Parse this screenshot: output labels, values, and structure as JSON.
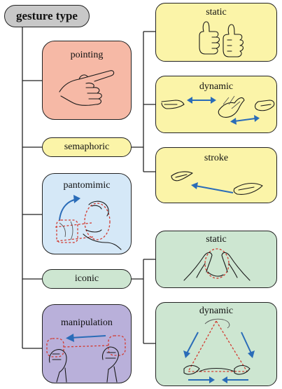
{
  "root": {
    "label": "gesture type"
  },
  "categories": {
    "pointing": {
      "label": "pointing",
      "color": "#f6b9a6"
    },
    "semaphoric": {
      "label": "semaphoric",
      "color": "#fbf4a8",
      "children": {
        "static": "static",
        "dynamic": "dynamic",
        "stroke": "stroke"
      }
    },
    "pantomimic": {
      "label": "pantomimic",
      "color": "#d5e8f7"
    },
    "iconic": {
      "label": "iconic",
      "color": "#cde6d1",
      "children": {
        "static": "static",
        "dynamic": "dynamic"
      }
    },
    "manipulation": {
      "label": "manipulation",
      "color": "#b9b0da"
    }
  },
  "colors": {
    "root_bg": "#c8c8c8",
    "arrow": "#2a6cb8",
    "dashed_outline": "#d23a30"
  }
}
